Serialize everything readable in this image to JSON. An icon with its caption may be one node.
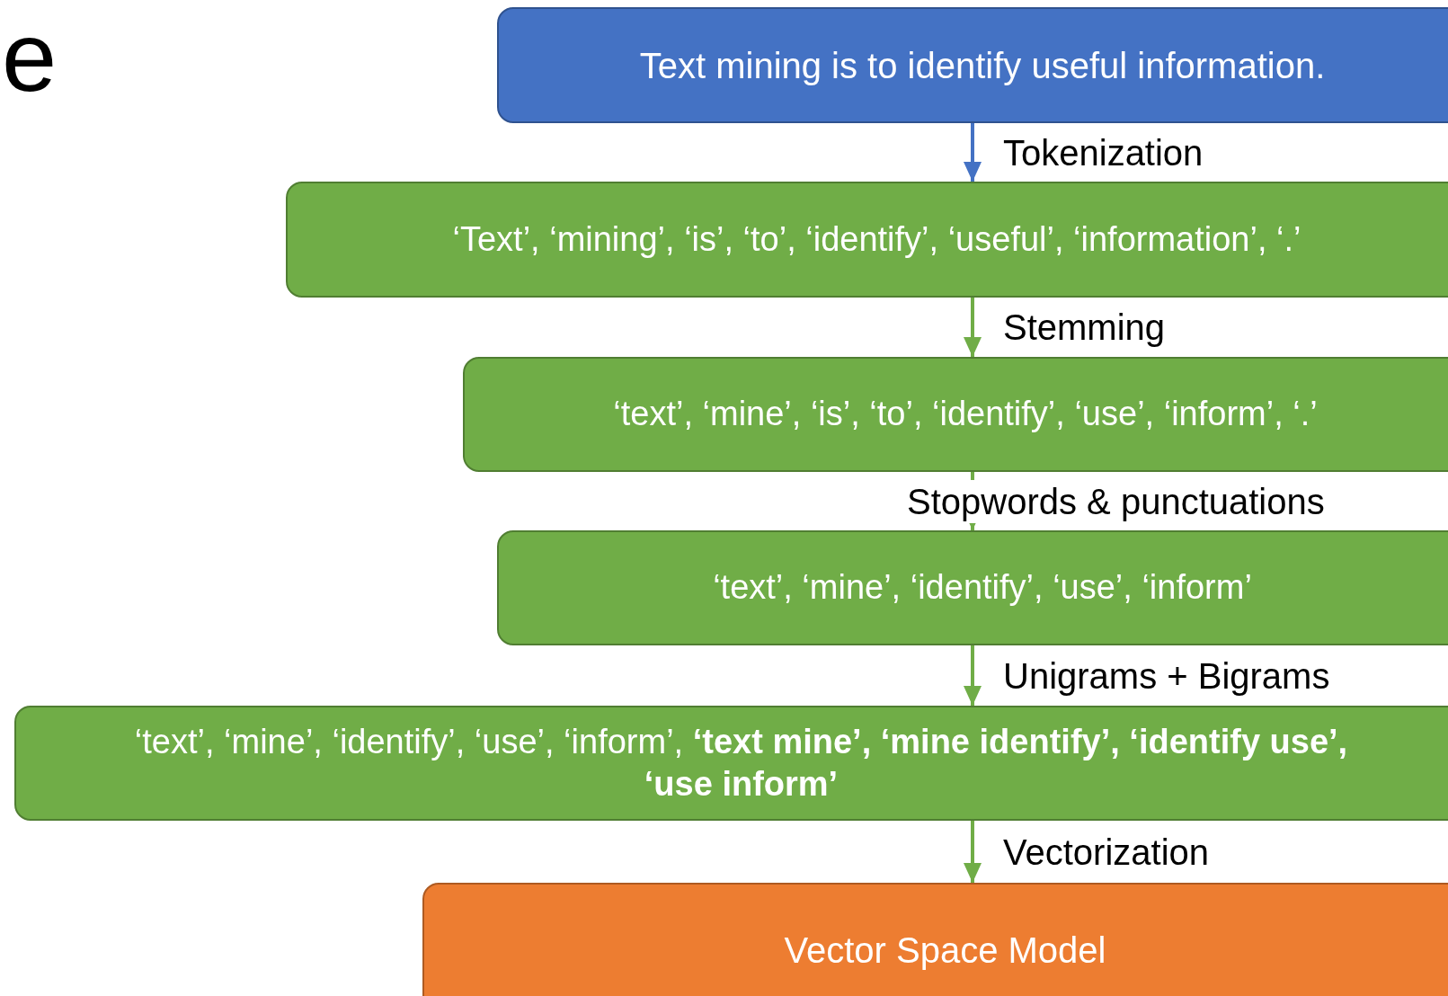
{
  "diagram": {
    "nodes": [
      {
        "text": [
          "Text mining is to identify useful information."
        ]
      },
      {
        "text": [
          "‘Text’, ‘mining’, ‘is’, ‘to’, ‘identify’, ‘useful’, ‘information’, ‘.’"
        ]
      },
      {
        "text": [
          "‘text’, ‘mine’, ‘is’, ‘to’, ‘identify’, ‘use’, ‘inform’, ‘.’"
        ]
      },
      {
        "text": [
          "‘text’, ‘mine’, ‘identify’, ‘use’, ‘inform’"
        ]
      },
      {
        "text": [
          "‘text’, ‘mine’, ‘identify’, ‘use’, ‘inform’, **‘text mine’, ‘mine identify’, ‘identify use’, ‘use inform’**"
        ]
      },
      {
        "text": [
          "Vector Space Model"
        ]
      }
    ],
    "edges": [
      {
        "from": 0,
        "to": 1,
        "arrow": "to",
        "label": "Tokenization",
        "color": "#4472c4"
      },
      {
        "from": 1,
        "to": 2,
        "arrow": "to",
        "label": "Stemming"
      },
      {
        "from": 2,
        "to": 3,
        "arrow": "to",
        "label": "Stopwords & punctuations"
      },
      {
        "from": 3,
        "to": 4,
        "arrow": "to",
        "label": "Unigrams + Bigrams"
      },
      {
        "from": 4,
        "to": 5,
        "arrow": "to",
        "label": "Vectorization"
      }
    ],
    "labels": [
      "e"
    ]
  }
}
